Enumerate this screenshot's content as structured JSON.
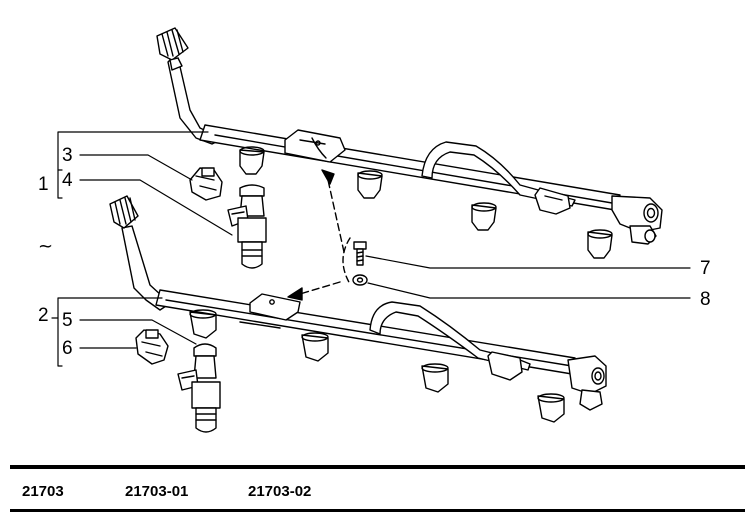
{
  "callouts": {
    "c1": "1",
    "c2": "2",
    "c3": "3",
    "c4": "4",
    "c5": "5",
    "c6": "6",
    "c7": "7",
    "c8": "8"
  },
  "marker": "~",
  "table": {
    "codes": [
      "21703",
      "21703-01",
      "21703-02"
    ]
  },
  "colors": {
    "line": "#000000",
    "part_fill": "#ffffff",
    "background": "#ffffff"
  }
}
